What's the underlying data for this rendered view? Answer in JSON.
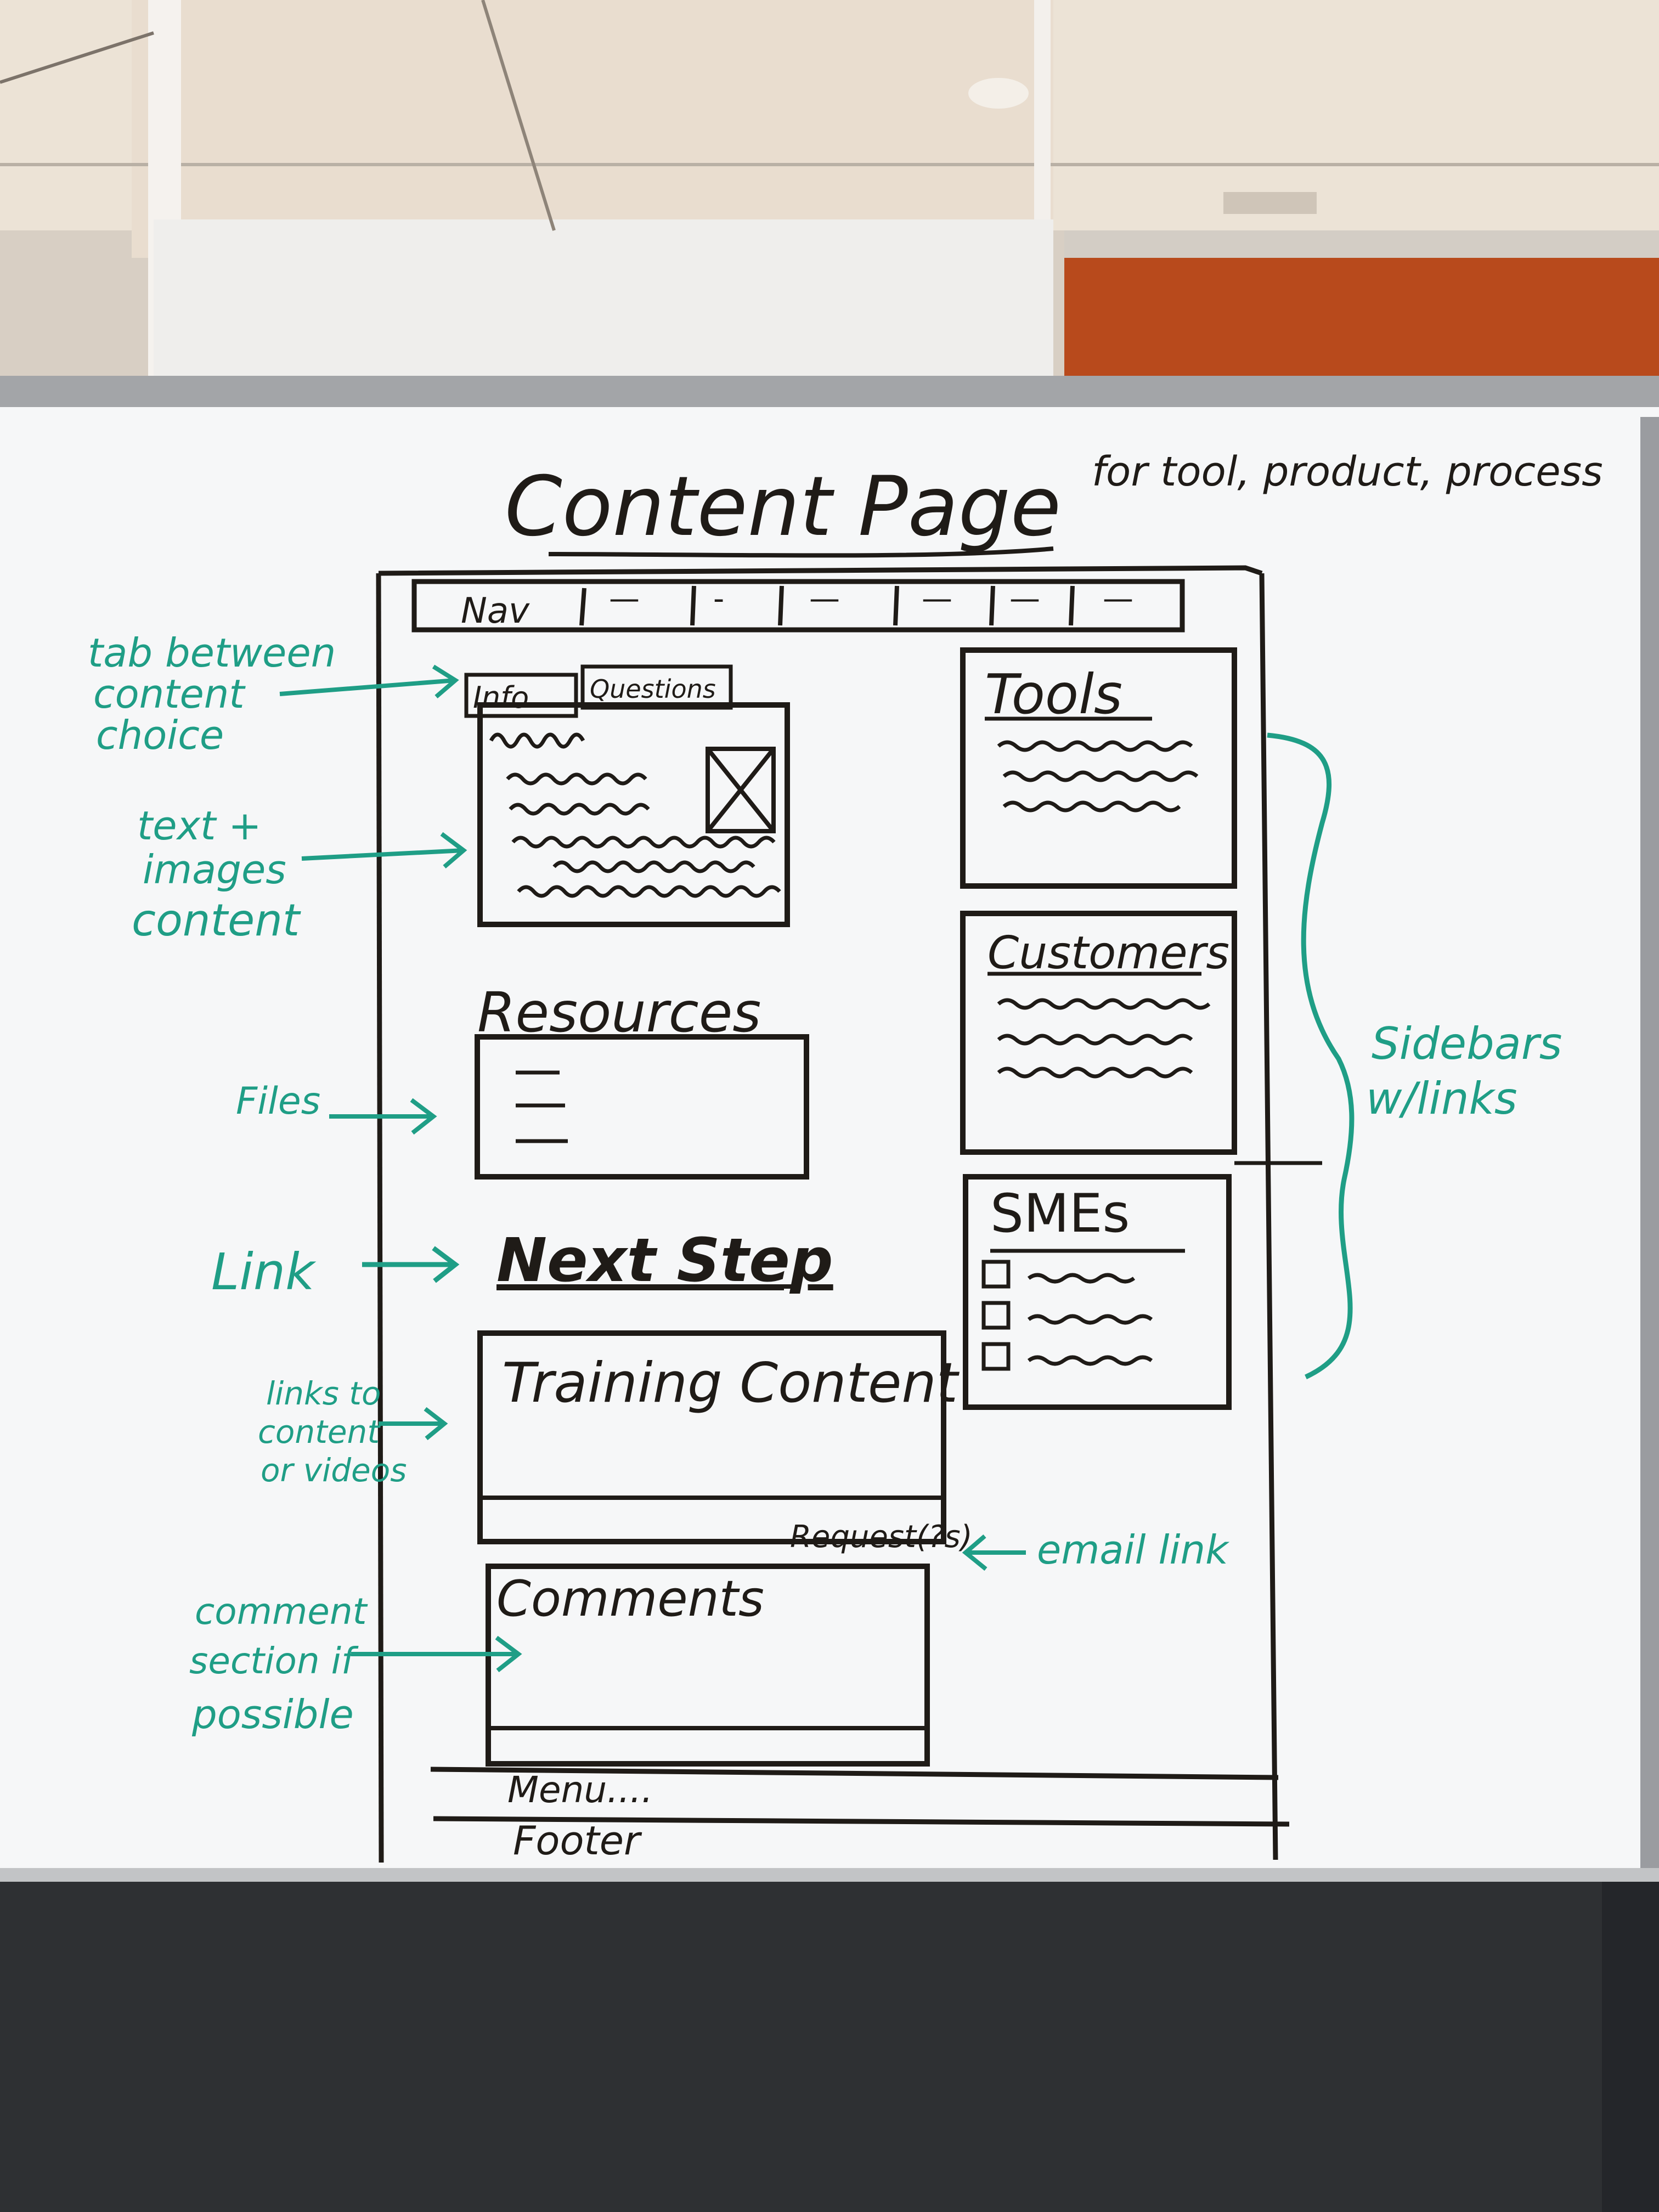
{
  "board": {
    "title": "Content Page",
    "subtitle": "for tool, product, process",
    "ink_color": "#1f1b17",
    "note_color": "#1f9e86"
  },
  "wireframe": {
    "nav": {
      "label": "Nav",
      "items": [
        "—",
        "-",
        "—",
        "—",
        "—",
        "—"
      ]
    },
    "tabs": [
      "Info",
      "Questions"
    ],
    "resources": {
      "title": "Resources"
    },
    "next_step": {
      "label": "Next Step"
    },
    "training": {
      "title": "Training Content",
      "request_label": "Request(?s)"
    },
    "comments": {
      "title": "Comments"
    },
    "sidebars": [
      {
        "title": "Tools"
      },
      {
        "title": "Customers"
      },
      {
        "title": "SMEs"
      }
    ],
    "menu": "Menu....",
    "footer": "Footer"
  },
  "annotations": {
    "tabs": [
      "tab between",
      "content",
      "choice"
    ],
    "text_images": [
      "text +",
      "images",
      "content"
    ],
    "files": "Files",
    "link": "Link",
    "links_to": [
      "links to",
      "content",
      "or videos"
    ],
    "email": "email link",
    "comment_section": [
      "comment",
      "section if",
      "possible"
    ],
    "sidebars": [
      "Sidebars",
      "w/links"
    ]
  }
}
